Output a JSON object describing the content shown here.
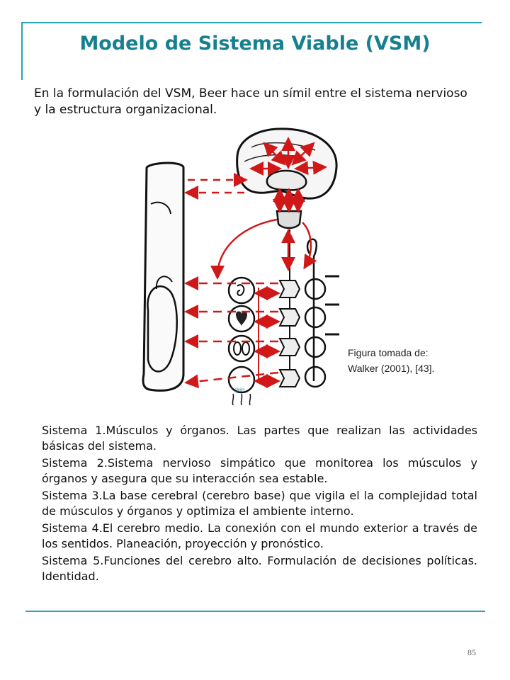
{
  "title": "Modelo de Sistema Viable (VSM)",
  "intro": "En la formulación del VSM, Beer hace un símil entre el sistema nervioso y la estructura organizacional.",
  "figure": {
    "caption_line1": "Figura tomada de:",
    "caption_line2": "Walker  (2001), [43].",
    "inner_label": "skin",
    "arrow_color": "#d01818",
    "outline_color": "#111111"
  },
  "systems": [
    "Sistema 1.Músculos y órganos. Las partes que realizan las actividades básicas del sistema.",
    "Sistema 2.Sistema nervioso simpático que monitorea los músculos y órganos y asegura que su interacción sea estable.",
    "Sistema 3.La base cerebral (cerebro base) que vigila el la complejidad total de músculos y órganos y optimiza el ambiente interno.",
    "Sistema 4.El cerebro medio. La conexión con el mundo exterior a través de los sentidos. Planeación, proyección y pronóstico.",
    "Sistema 5.Funciones del cerebro alto. Formulación de decisiones políticas. Identidad."
  ],
  "page_number": "85",
  "colors": {
    "accent": "#2aa3b8",
    "title": "#17808f"
  }
}
